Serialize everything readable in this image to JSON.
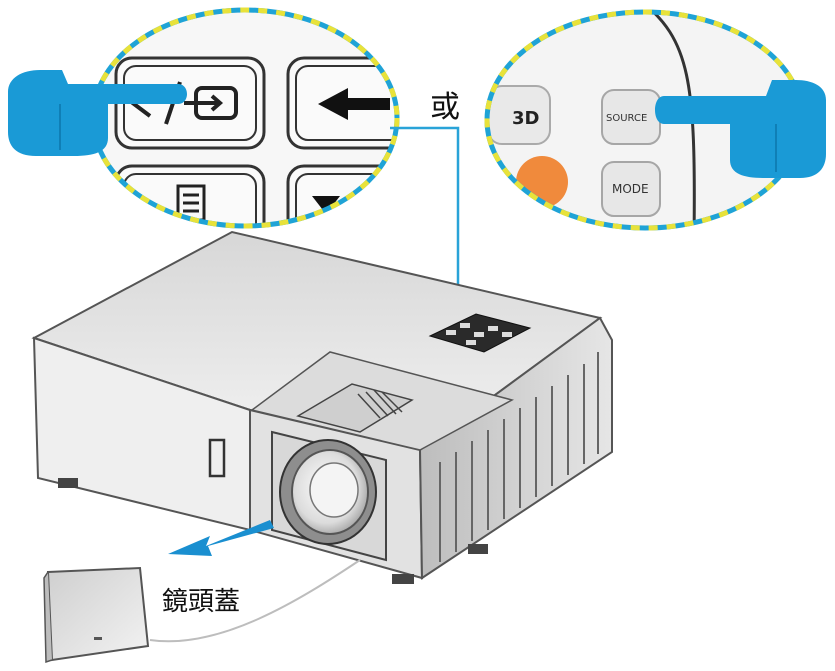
{
  "labels": {
    "or": "或",
    "lens_cover": "鏡頭蓋"
  },
  "remote": {
    "source_label": "SOURCE",
    "mode_label": "MODE",
    "threed_label": "3D"
  },
  "colors": {
    "callout_outline_blue": "#1fa3d6",
    "callout_outline_yellow": "#e8e23a",
    "connector_line": "#29a3d8",
    "pointer_hand": "#1a9ad6",
    "arrow": "#1a8fd0",
    "remote_orange": "#f08a3c"
  },
  "icons": [
    "source-key-icon",
    "left-arrow-icon",
    "menu-icon",
    "down-arrow-icon",
    "pointing-hand-icon"
  ]
}
